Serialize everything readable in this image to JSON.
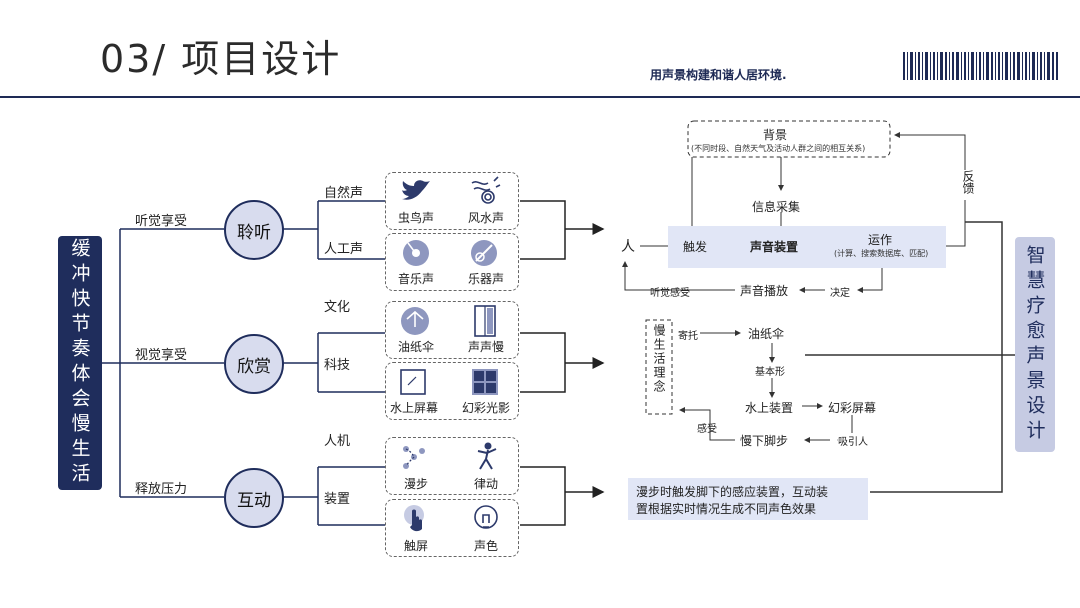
{
  "header": {
    "title": "03/ 项目设计",
    "tagline": "用声景构建和谐人居环境."
  },
  "left_box": {
    "text": "缓冲快节奏体会慢生活"
  },
  "right_box": {
    "text": "智慧疗愈声景设计"
  },
  "branches": [
    {
      "label": "听觉享受",
      "node": "聆听",
      "sub": [
        "自然声",
        "人工声"
      ],
      "items": [
        [
          "虫鸟声",
          "风水声"
        ],
        [
          "音乐声",
          "乐器声"
        ]
      ]
    },
    {
      "label": "视觉享受",
      "node": "欣赏",
      "sub": [
        "文化",
        "科技"
      ],
      "items": [
        [
          "油纸伞",
          "声声慢"
        ],
        [
          "水上屏幕",
          "幻彩光影"
        ]
      ]
    },
    {
      "label": "释放压力",
      "node": "互动",
      "sub": [
        "人机",
        "装置"
      ],
      "items": [
        [
          "漫步",
          "律动"
        ],
        [
          "触屏",
          "声色"
        ]
      ]
    }
  ],
  "flow1": {
    "background": "背景",
    "background_note": "(不同时段、自然天气及活动人群之间的相互关系)",
    "collect": "信息采集",
    "person": "人",
    "trigger": "触发",
    "device": "声音装置",
    "operate": "运作",
    "operate_note": "(计算、搜索数据库、匹配)",
    "feedback": "反馈",
    "hear": "听觉感受",
    "playback": "声音播放",
    "decide": "决定"
  },
  "flow2": {
    "slow_life": "慢生活理念",
    "entrust": "寄托",
    "umbrella": "油纸伞",
    "basic_form": "基本形",
    "water_device": "水上装置",
    "screen": "幻彩屏幕",
    "attract": "吸引人",
    "slow_step": "慢下脚步",
    "feel": "感受"
  },
  "flow3": {
    "desc_line1": "漫步时触发脚下的感应装置，互动装",
    "desc_line2": "置根据实时情况生成不同声色效果"
  },
  "icons": [
    "bird-icon",
    "water-wind-icon",
    "music-disc-icon",
    "guitar-icon",
    "umbrella-icon",
    "door-panel-icon",
    "screen-icon",
    "grid-icon",
    "walk-icon",
    "dance-icon",
    "touch-icon",
    "bulb-icon"
  ],
  "colors": {
    "navy": "#1f2d5c",
    "light": "#d8dcee",
    "blue_bg": "#e1e6f6"
  }
}
